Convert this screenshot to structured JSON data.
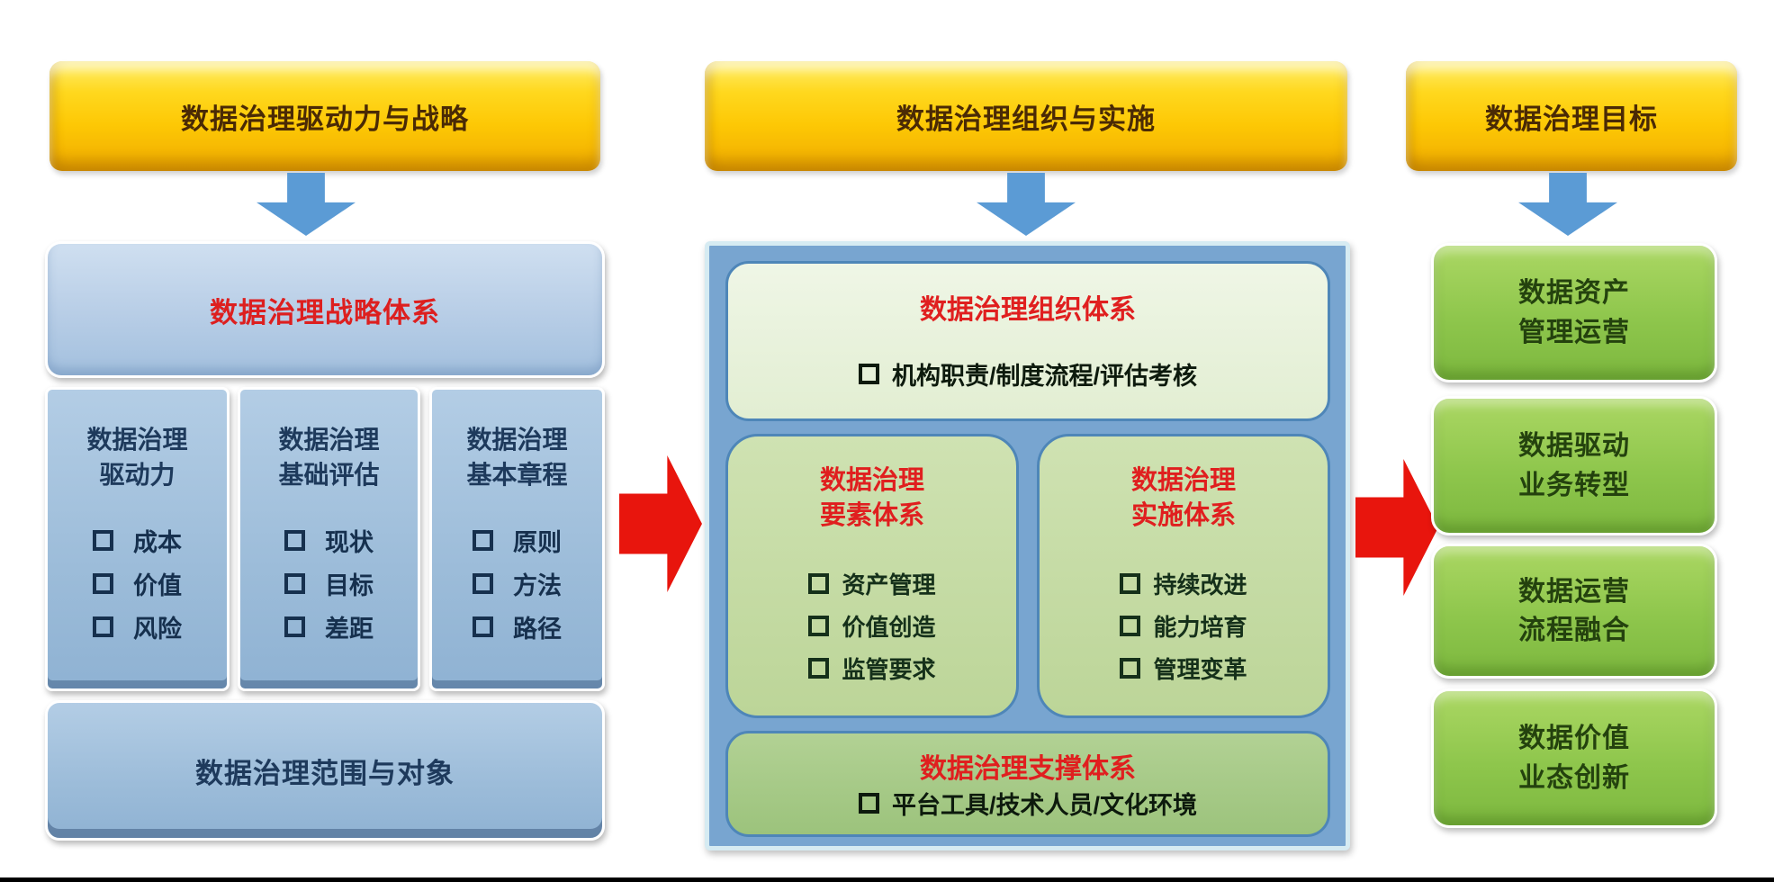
{
  "left": {
    "header": "数据治理驱动力与战略",
    "strategy_title": "数据治理战略体系",
    "columns": [
      {
        "title": "数据治理\n驱动力",
        "items": [
          "成本",
          "价值",
          "风险"
        ]
      },
      {
        "title": "数据治理\n基础评估",
        "items": [
          "现状",
          "目标",
          "差距"
        ]
      },
      {
        "title": "数据治理\n基本章程",
        "items": [
          "原则",
          "方法",
          "路径"
        ]
      }
    ],
    "scope_box": "数据治理范围与对象"
  },
  "middle": {
    "header": "数据治理组织与实施",
    "org_box": {
      "title": "数据治理组织体系",
      "bullet": "机构职责/制度流程/评估考核"
    },
    "element_box": {
      "title": "数据治理\n要素体系",
      "items": [
        "资产管理",
        "价值创造",
        "监管要求"
      ]
    },
    "impl_box": {
      "title": "数据治理\n实施体系",
      "items": [
        "持续改进",
        "能力培育",
        "管理变革"
      ]
    },
    "support_box": {
      "title": "数据治理支撑体系",
      "bullet": "平台工具/技术人员/文化环境"
    }
  },
  "right": {
    "header": "数据治理目标",
    "goals": [
      "数据资产\n管理运营",
      "数据驱动\n业务转型",
      "数据运营\n流程融合",
      "数据价值\n业态创新"
    ]
  },
  "colors": {
    "header_yellow": "#FDC805",
    "header_text": "#4A2A05",
    "title_red": "#E01F1F",
    "column_blue": "#9CBCD9",
    "strategy_blue": "#B7CDE6",
    "navy_text": "#1E3A5C",
    "container_blue": "#78A5D0",
    "pale_green": "#E9F2DD",
    "light_green": "#C6DDA6",
    "mid_green": "#A6CB86",
    "goal_green": "#8EC64C",
    "arrow_blue": "#5B9BD5",
    "arrow_red": "#E8150D"
  }
}
